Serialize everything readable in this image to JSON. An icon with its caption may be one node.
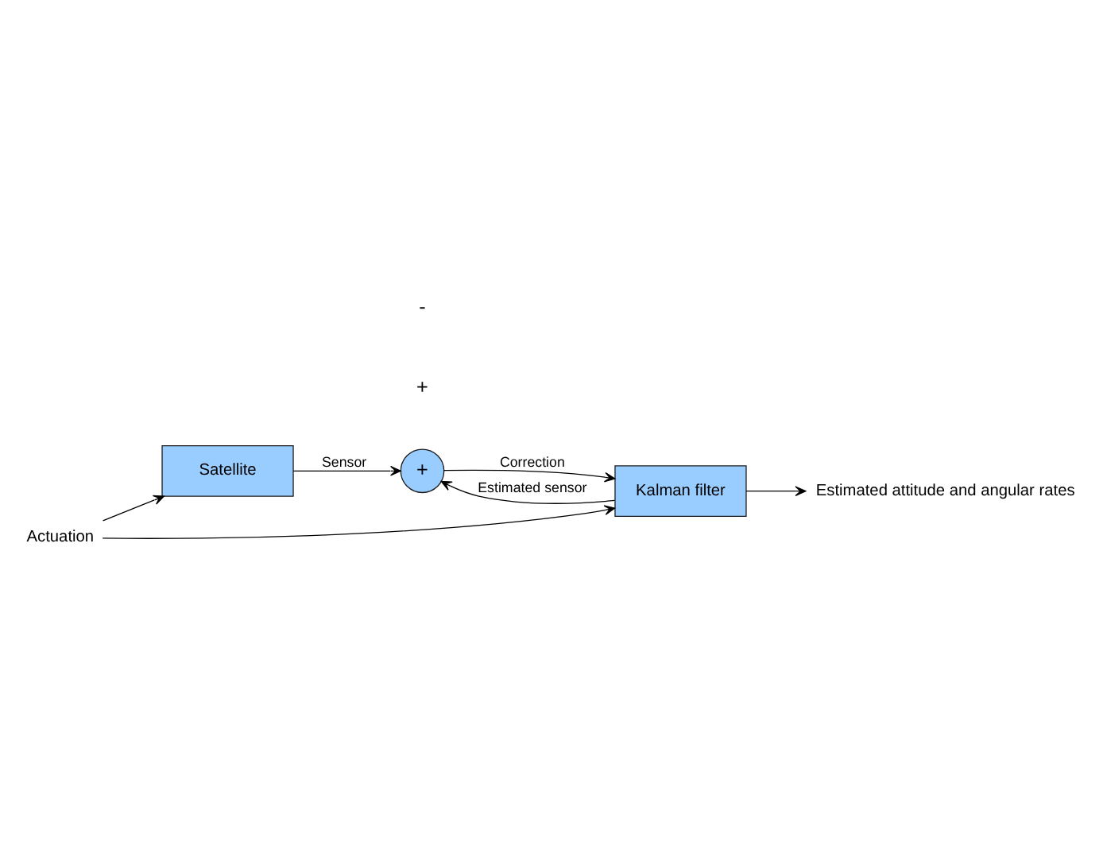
{
  "diagram": {
    "nodes": [
      {
        "text": [
          "Actuation"
        ]
      },
      {
        "text": [
          "Satellite"
        ]
      },
      {
        "text": [
          "+"
        ]
      },
      {
        "text": [
          "Kalman filter"
        ]
      },
      {
        "text": [
          "Estimated attitude and angular rates"
        ]
      }
    ],
    "edges": [
      {
        "from": 0,
        "to": 1,
        "arrow": "to"
      },
      {
        "from": 0,
        "to": 3,
        "arrow": "to"
      },
      {
        "from": 1,
        "to": 2,
        "label": "Sensor",
        "arrow": "to"
      },
      {
        "from": 2,
        "to": 3,
        "label": "Correction",
        "arrow": "to"
      },
      {
        "from": 3,
        "to": 2,
        "label": "Estimated sensor",
        "arrow": "to"
      },
      {
        "from": 3,
        "to": 4,
        "arrow": "to"
      }
    ],
    "labels": [
      "+",
      "-"
    ]
  }
}
